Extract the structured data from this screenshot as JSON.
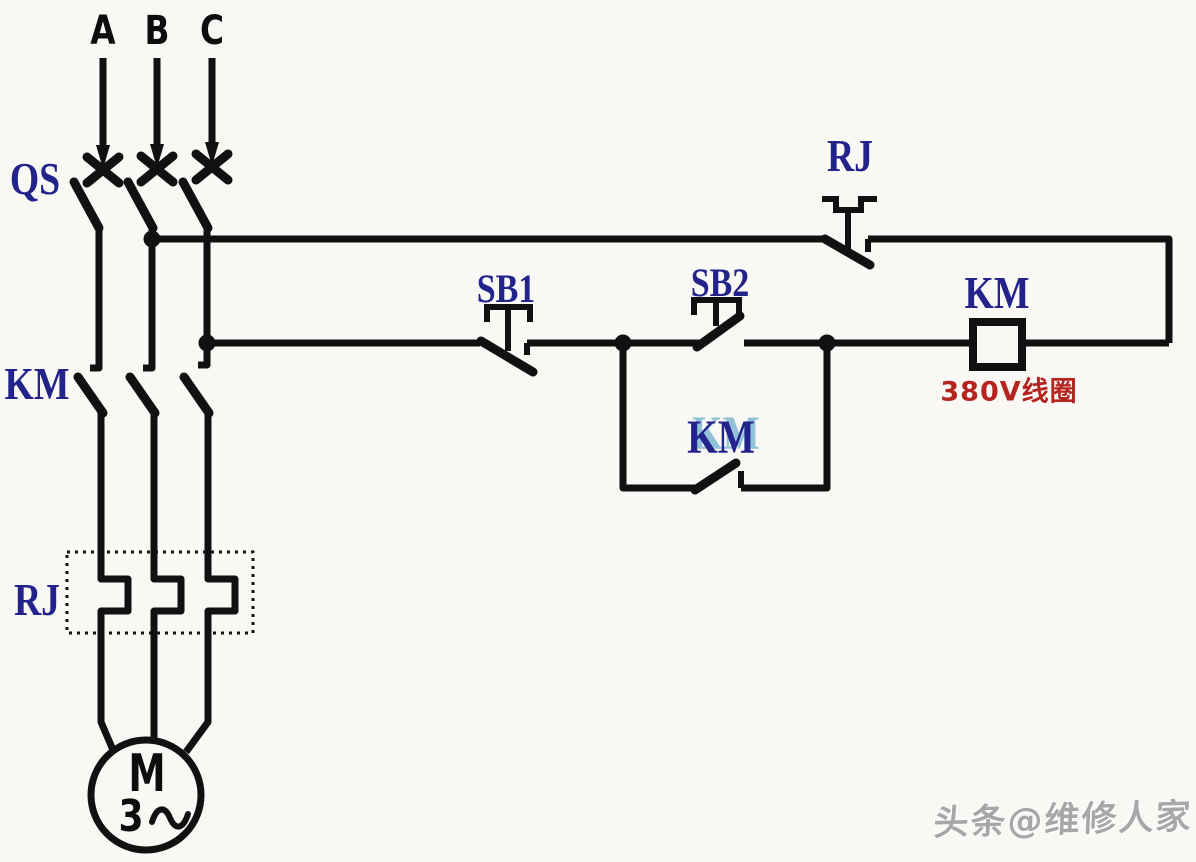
{
  "diagram_type": "three-phase motor direct-on-line starter schematic",
  "colors": {
    "line": "#111111",
    "label_blue": "#23238c",
    "note_red": "#b5241f",
    "watermark_gray": "#9a9a9a",
    "background": "#f9f8f5"
  },
  "phases": [
    "A",
    "B",
    "C"
  ],
  "components": {
    "disconnect_switch": {
      "label": "QS"
    },
    "contactor_main": {
      "label": "KM"
    },
    "thermal_relay_heater": {
      "label": "RJ"
    },
    "thermal_relay_contact": {
      "label": "RJ"
    },
    "stop_button": {
      "label": "SB1"
    },
    "start_button": {
      "label": "SB2"
    },
    "contactor_aux": {
      "label": "KM"
    },
    "contactor_coil": {
      "label": "KM",
      "note": "380V线圈"
    },
    "motor": {
      "letter": "M",
      "phase_count": "3"
    }
  },
  "symbols": {
    "phase_terminal": "x-mark-with-down-arrow",
    "disconnect_switch": "knife-switch-blade",
    "contactor_main": "knife-switch-blade",
    "thermal_relay_heater": "rectangular-detour-in-dashed-box",
    "thermal_relay_contact": "nc-contact-with-trip-bracket",
    "stop_button": "nc-pushbutton",
    "start_button": "no-pushbutton",
    "contactor_aux": "no-contact",
    "contactor_coil": "square-coil-box",
    "motor": "circle-with-M-3-sine-wave"
  },
  "watermark": {
    "text": "头条@维修人家"
  }
}
